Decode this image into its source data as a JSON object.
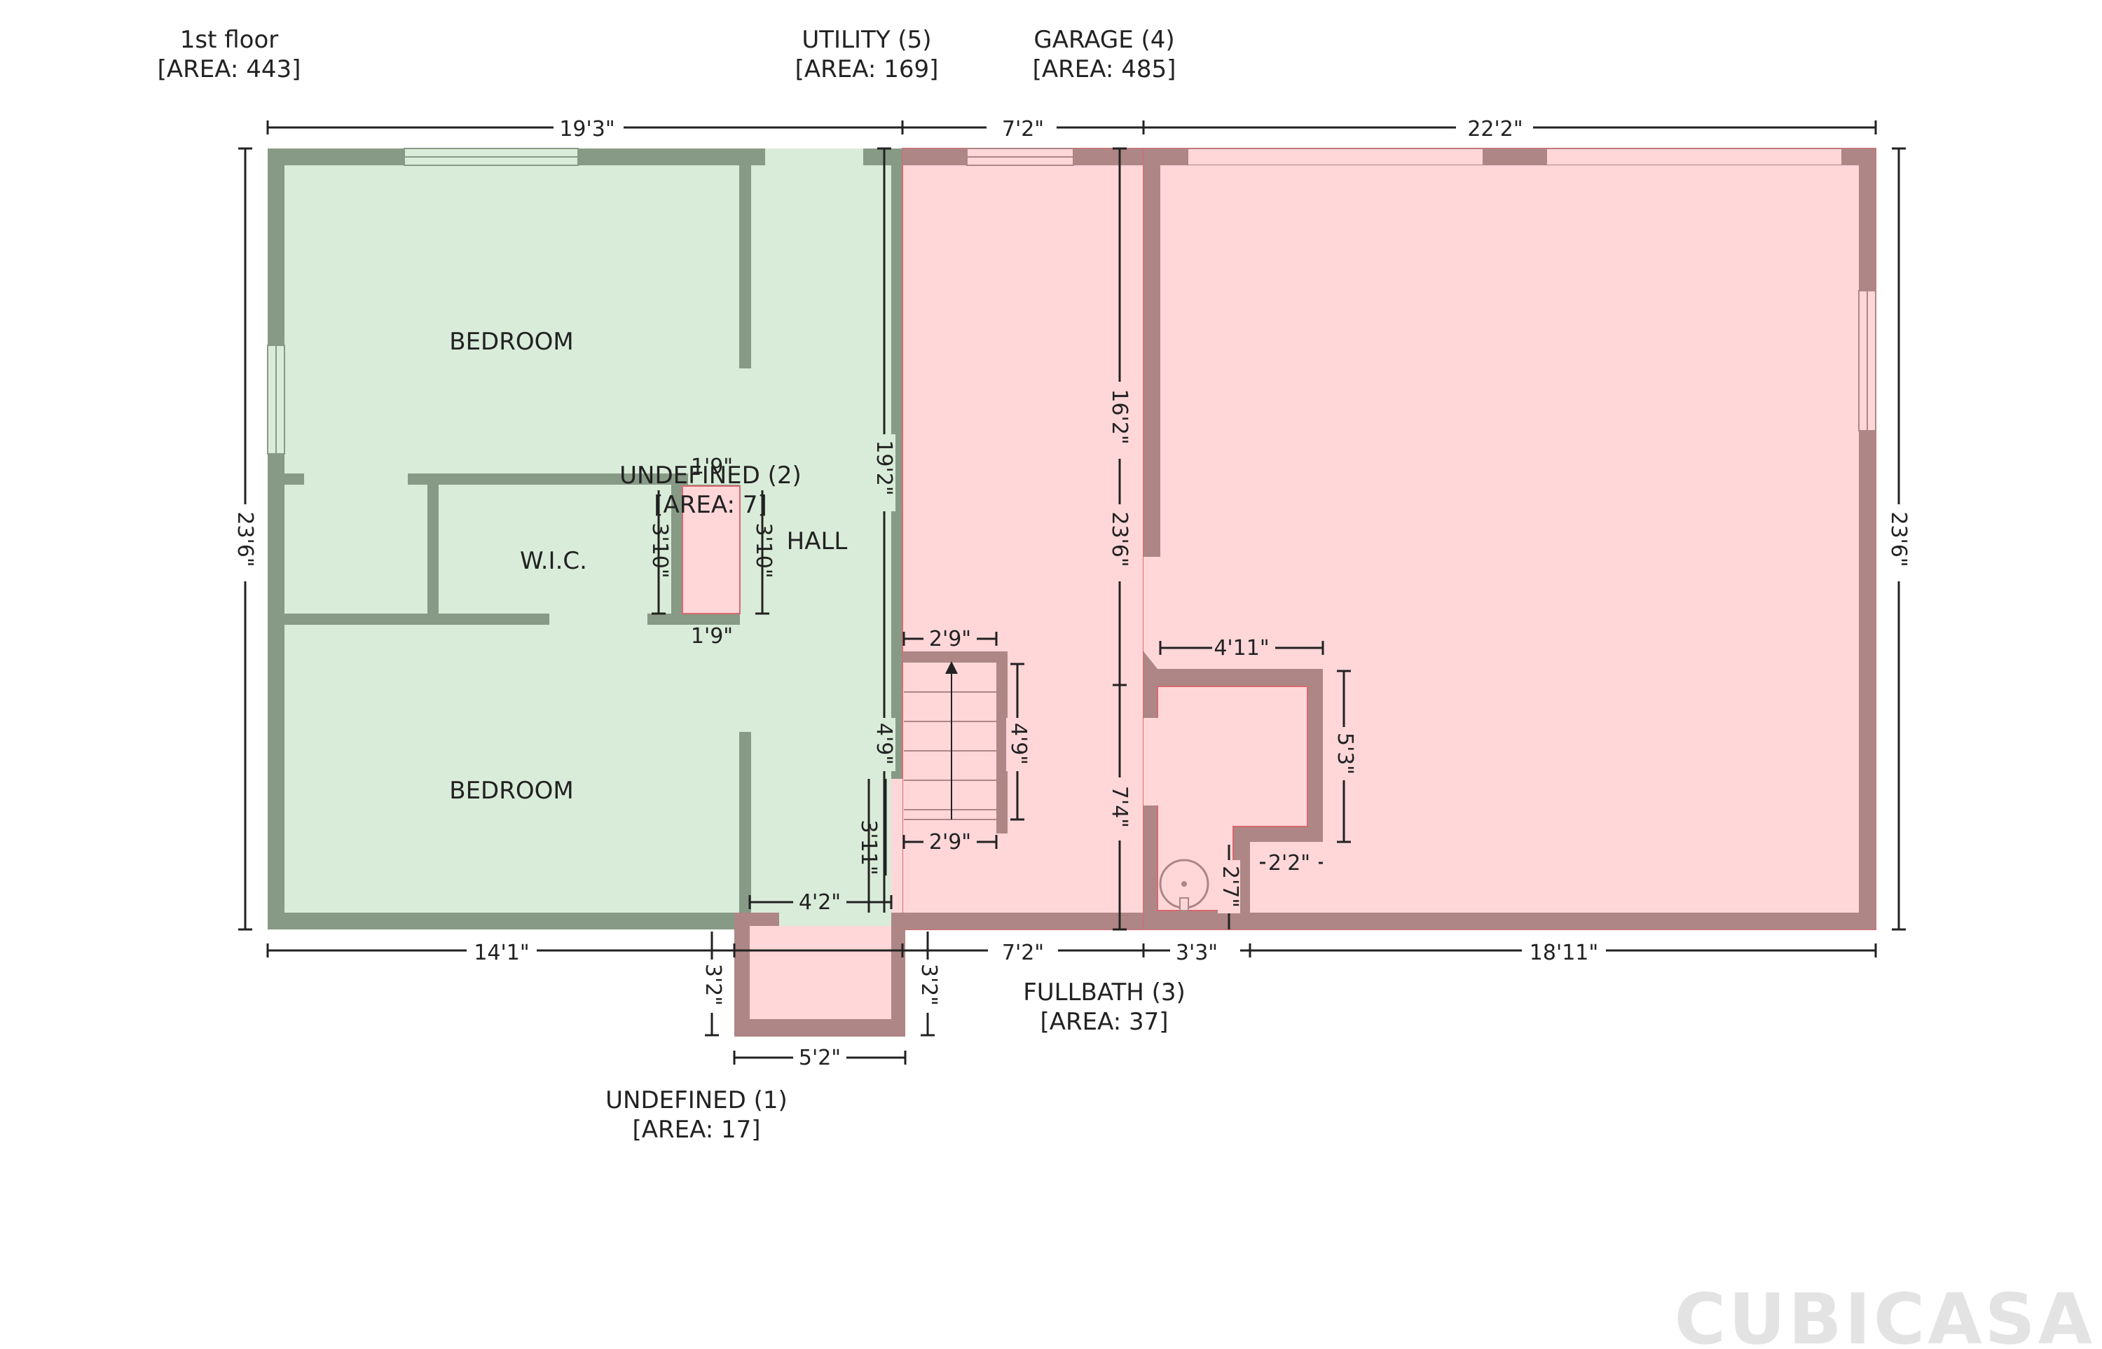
{
  "colors": {
    "living_fill": "#d9ecd9",
    "living_wall": "#879a85",
    "service_fill": "#ffd7d9",
    "service_wall": "#ad8685",
    "service_edge": "#d86a6f",
    "dim_line": "#222222",
    "brand": "#e3e3e3"
  },
  "brand": "CUBICASA",
  "areas": {
    "first_floor": {
      "name": "1st floor",
      "area": "[AREA: 443]"
    },
    "utility": {
      "name": "UTILITY (5)",
      "area": "[AREA: 169]"
    },
    "garage": {
      "name": "GARAGE (4)",
      "area": "[AREA: 485]"
    },
    "undefined2": {
      "name": "UNDEFINED (2)",
      "area": "[AREA: 7]"
    },
    "fullbath": {
      "name": "FULLBATH (3)",
      "area": "[AREA: 37]"
    },
    "undefined1": {
      "name": "UNDEFINED (1)",
      "area": "[AREA: 17]"
    }
  },
  "rooms": {
    "bedroom_top": "BEDROOM",
    "bedroom_bottom": "BEDROOM",
    "wic": "W.I.C.",
    "hall": "HALL"
  },
  "dimensions": {
    "top_left": "19'3\"",
    "top_mid": "7'2\"",
    "top_right": "22'2\"",
    "left": "23'6\"",
    "right": "23'6\"",
    "bottom_left": "14'1\"",
    "bottom_mid": "7'2\"",
    "bottom_bath": "3'3\"",
    "bottom_right": "18'11\"",
    "hall_height": "19'2\"",
    "utility_upper": "16'2\"",
    "utility_full": "23'6\"",
    "utility_lower": "7'4\"",
    "closet_top": "1'9\"",
    "closet_bottom": "1'9\"",
    "closet_left": "3'10\"",
    "closet_right": "3'10\"",
    "stair_top": "2'9\"",
    "stair_bottom": "2'9\"",
    "stair_side": "4'9\"",
    "hall_lower": "4'9\"",
    "hall_step": "3'11\"",
    "entry_inner": "4'2\"",
    "entry_left": "3'2\"",
    "entry_right": "3'2\"",
    "entry_width": "5'2\"",
    "bath_top": "4'11\"",
    "bath_side": "5'3\"",
    "bath_notch": "2'2\"",
    "bath_notch_side": "2'7\""
  }
}
